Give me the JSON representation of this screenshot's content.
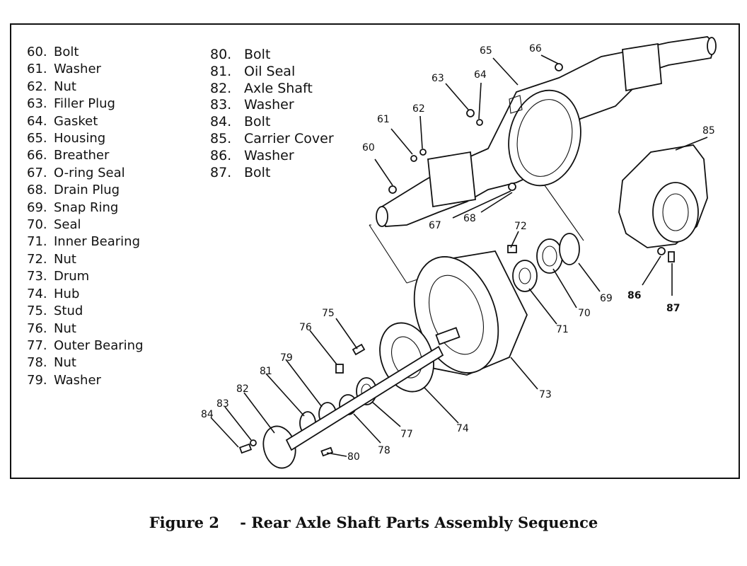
{
  "legend_left": [
    {
      "num": "60.",
      "name": "Bolt"
    },
    {
      "num": "61.",
      "name": "Washer"
    },
    {
      "num": "62.",
      "name": "Nut"
    },
    {
      "num": "63.",
      "name": "Filler Plug"
    },
    {
      "num": "64.",
      "name": "Gasket"
    },
    {
      "num": "65.",
      "name": "Housing"
    },
    {
      "num": "66.",
      "name": "Breather"
    },
    {
      "num": "67.",
      "name": "O-ring Seal"
    },
    {
      "num": "68.",
      "name": "Drain Plug"
    },
    {
      "num": "69.",
      "name": "Snap Ring"
    },
    {
      "num": "70.",
      "name": "Seal"
    },
    {
      "num": "71.",
      "name": "Inner Bearing"
    },
    {
      "num": "72.",
      "name": "Nut"
    },
    {
      "num": "73.",
      "name": "Drum"
    },
    {
      "num": "74.",
      "name": "Hub"
    },
    {
      "num": "75.",
      "name": "Stud"
    },
    {
      "num": "76.",
      "name": "Nut"
    },
    {
      "num": "77.",
      "name": "Outer Bearing"
    },
    {
      "num": "78.",
      "name": "Nut"
    },
    {
      "num": "79.",
      "name": "Washer"
    }
  ],
  "legend_right": [
    {
      "num": "80.",
      "name": "Bolt"
    },
    {
      "num": "81.",
      "name": "Oil Seal"
    },
    {
      "num": "82.",
      "name": "Axle Shaft"
    },
    {
      "num": "83.",
      "name": "Washer"
    },
    {
      "num": "84.",
      "name": "Bolt"
    },
    {
      "num": "85.",
      "name": "Carrier Cover"
    },
    {
      "num": "86.",
      "name": "Washer"
    },
    {
      "num": "87.",
      "name": "Bolt"
    }
  ],
  "callouts": {
    "c60": "60",
    "c61": "61",
    "c62": "62",
    "c63": "63",
    "c64": "64",
    "c65": "65",
    "c66": "66",
    "c67": "67",
    "c68": "68",
    "c69": "69",
    "c70": "70",
    "c71": "71",
    "c72": "72",
    "c73": "73",
    "c74": "74",
    "c75": "75",
    "c76": "76",
    "c77": "77",
    "c78": "78",
    "c79": "79",
    "c80": "80",
    "c81": "81",
    "c82": "82",
    "c83": "83",
    "c84": "84",
    "c85": "85",
    "c86": "86",
    "c87": "87"
  },
  "caption": {
    "figure": "Figure 2",
    "title": "- Rear Axle Shaft Parts Assembly Sequence"
  }
}
